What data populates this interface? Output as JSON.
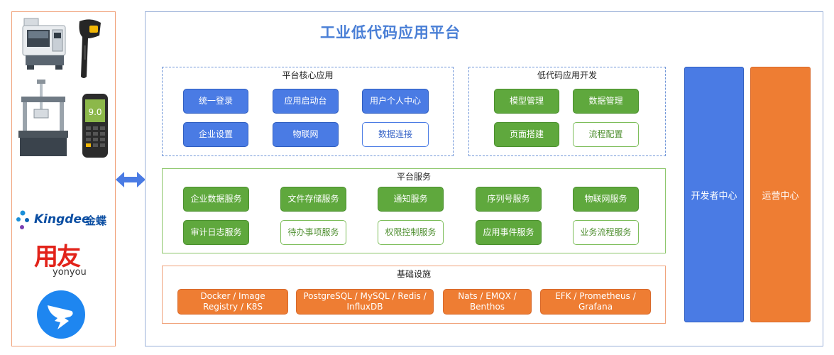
{
  "platform": {
    "title": "工业低代码应用平台"
  },
  "core_apps": {
    "title": "平台核心应用",
    "items": [
      {
        "label": "统一登录",
        "style": "filled"
      },
      {
        "label": "应用启动台",
        "style": "filled"
      },
      {
        "label": "用户个人中心",
        "style": "filled"
      },
      {
        "label": "企业设置",
        "style": "filled"
      },
      {
        "label": "物联网",
        "style": "filled"
      },
      {
        "label": "数据连接",
        "style": "outline"
      }
    ]
  },
  "low_code": {
    "title": "低代码应用开发",
    "items": [
      {
        "label": "模型管理",
        "style": "filled"
      },
      {
        "label": "数据管理",
        "style": "filled"
      },
      {
        "label": "页面搭建",
        "style": "filled"
      },
      {
        "label": "流程配置",
        "style": "outline"
      }
    ]
  },
  "platform_services": {
    "title": "平台服务",
    "items": [
      {
        "label": "企业数据服务",
        "style": "filled"
      },
      {
        "label": "文件存储服务",
        "style": "filled"
      },
      {
        "label": "通知服务",
        "style": "filled"
      },
      {
        "label": "序列号服务",
        "style": "filled"
      },
      {
        "label": "物联网服务",
        "style": "filled"
      },
      {
        "label": "审计日志服务",
        "style": "filled"
      },
      {
        "label": "待办事项服务",
        "style": "outline"
      },
      {
        "label": "权限控制服务",
        "style": "outline"
      },
      {
        "label": "应用事件服务",
        "style": "filled"
      },
      {
        "label": "业务流程服务",
        "style": "outline"
      }
    ]
  },
  "infrastructure": {
    "title": "基础设施",
    "items": [
      {
        "line1": "Docker / Image",
        "line2": "Registry / K8S"
      },
      {
        "line1": "PostgreSQL / MySQL / Redis /",
        "line2": "InfluxDB"
      },
      {
        "line1": "Nats / EMQX /",
        "line2": "Benthos"
      },
      {
        "line1": "EFK / Prometheus /",
        "line2": "Grafana"
      }
    ]
  },
  "side": {
    "developer_center": "开发者中心",
    "operations_center": "运营中心"
  },
  "brands": {
    "kingdee_en": "Kingdee",
    "kingdee_cn": "金蝶",
    "yonyou_cn": "用友",
    "yonyou_en": "yonyou"
  },
  "colors": {
    "blue": "#4a7be4",
    "green": "#5fa83d",
    "orange": "#ee7d33",
    "title_blue": "#4a7fd6"
  }
}
